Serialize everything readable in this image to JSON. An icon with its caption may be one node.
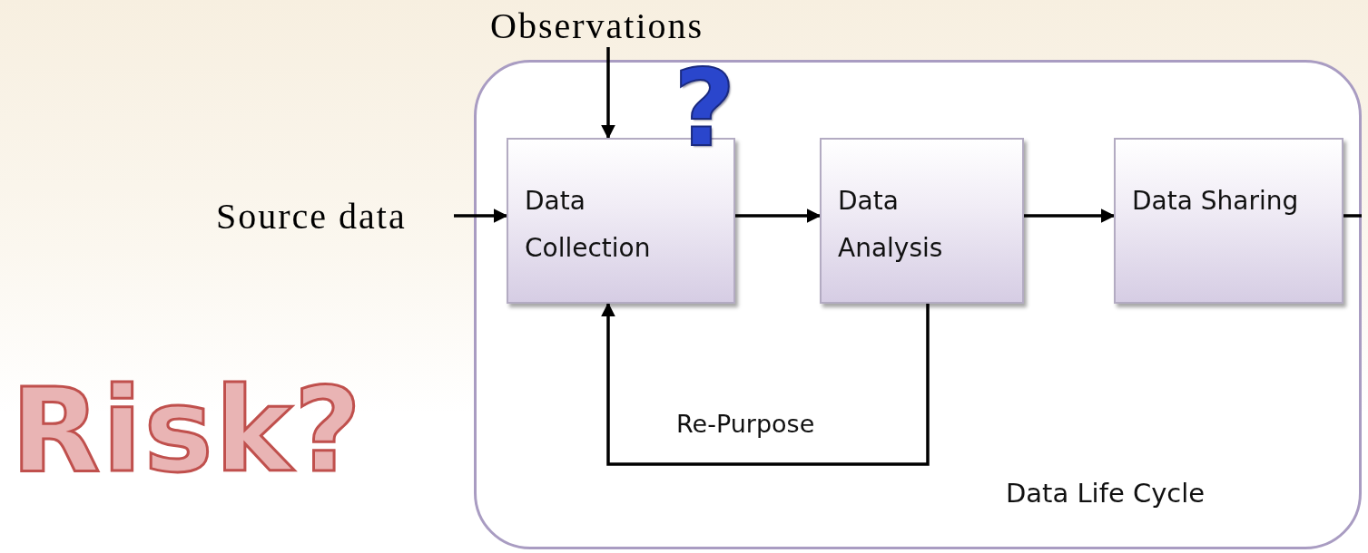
{
  "diagram": {
    "nodes": [
      {
        "text": [
          "Data Life Cycle"
        ]
      },
      {
        "text": [
          "Data Collection"
        ],
        "in": 0
      },
      {
        "text": [
          "Data Analysis"
        ],
        "in": 0
      },
      {
        "text": [
          "Data Sharing"
        ],
        "in": 0
      },
      {
        "text": [
          "Observations"
        ]
      },
      {
        "text": [
          "Source data"
        ]
      }
    ],
    "edges": [
      {
        "from": 4,
        "to": 1,
        "arrow": "to"
      },
      {
        "from": 5,
        "to": 1,
        "arrow": "to"
      },
      {
        "from": 1,
        "to": 2,
        "arrow": "to"
      },
      {
        "from": 2,
        "to": 3,
        "arrow": "to"
      },
      {
        "from": 3,
        "to": null,
        "arrow": "none"
      },
      {
        "from": 2,
        "to": 1,
        "arrow": "to",
        "label": "Re-Purpose"
      }
    ],
    "labels": [
      "?",
      "Risk?"
    ]
  }
}
